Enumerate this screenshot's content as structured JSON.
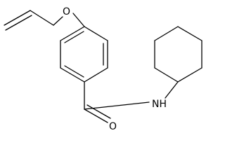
{
  "molecule": {
    "atoms": {
      "oxygen_ether": "O",
      "oxygen_carbonyl": "O",
      "nitrogen_amide": "NH"
    }
  },
  "colors": {
    "bond": "#000000",
    "background": "#ffffff"
  }
}
